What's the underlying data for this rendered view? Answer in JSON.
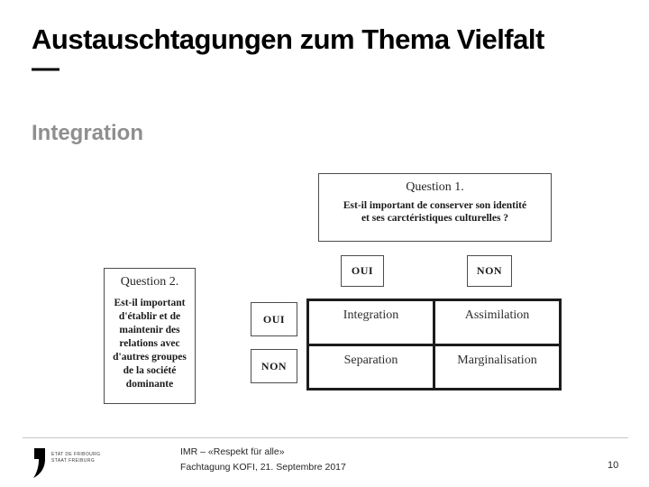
{
  "slide": {
    "title": "Austauschtagungen zum Thema Vielfalt",
    "dash": "—",
    "subtitle": "Integration"
  },
  "diagram": {
    "q1": {
      "heading": "Question 1.",
      "lines": [
        "Est-il important de conserver son identité",
        "et ses carctéristiques culturelles ?"
      ],
      "yes": "OUI",
      "no": "NON"
    },
    "q2": {
      "heading": "Question 2.",
      "lines": [
        "Est-il important",
        "d'établir et de",
        "maintenir des",
        "relations avec",
        "d'autres groupes",
        "de la société",
        "dominante"
      ],
      "yes": "OUI",
      "no": "NON"
    },
    "matrix": {
      "top_left": "Integration",
      "top_right": "Assimilation",
      "bottom_left": "Separation",
      "bottom_right": "Marginalisation"
    }
  },
  "footer": {
    "logo": {
      "line1": "ETAT DE FRIBOURG",
      "line2": "STAAT FREIBURG"
    },
    "line1": "IMR – «Respekt für alle»",
    "line2": "Fachtagung KOFI, 21. Septembre 2017",
    "page": "10"
  },
  "colors": {
    "title_text": "#000000",
    "subtitle_text": "#8f8f8f",
    "diagram_ink": "#1f1f1f",
    "box_border": "#4d4d4d",
    "matrix_border": "#1c1c1c",
    "footer_rule": "#c8c8c8",
    "footer_text": "#262626"
  }
}
